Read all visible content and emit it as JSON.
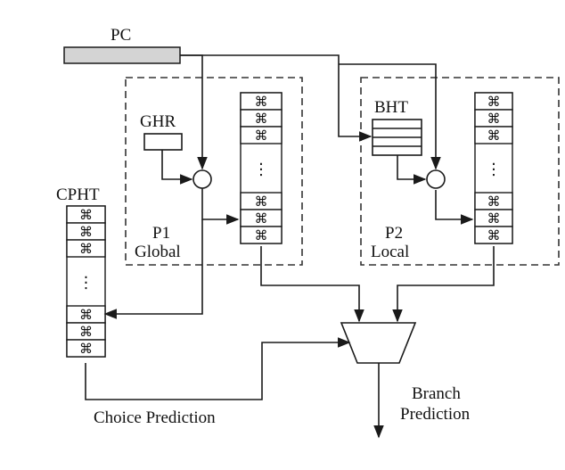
{
  "labels": {
    "pc": "PC",
    "ghr": "GHR",
    "bht": "BHT",
    "cpht": "CPHT",
    "p1": "P1",
    "global": "Global",
    "p2": "P2",
    "local": "Local",
    "branch": "Branch",
    "prediction": "Prediction",
    "choice_prediction": "Choice Prediction"
  },
  "counter_symbol": "⌘",
  "ellipsis_symbol": "⋮"
}
